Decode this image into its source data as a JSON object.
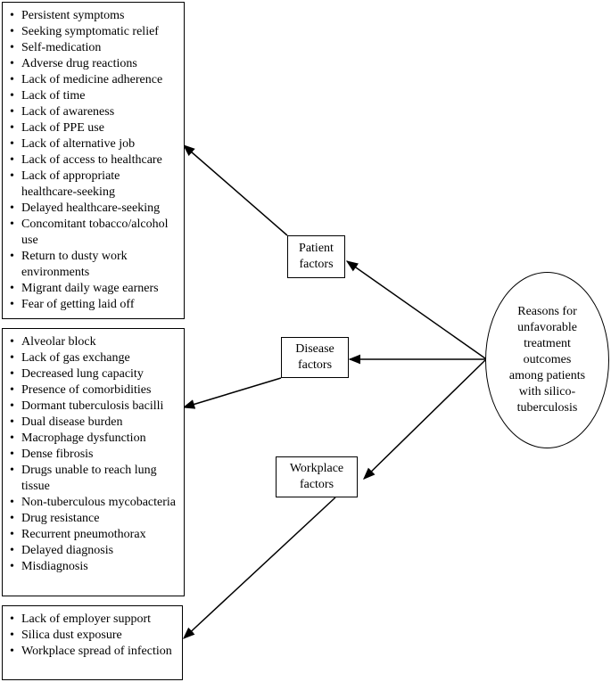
{
  "center_node": {
    "lines": [
      "Reasons for",
      "unfavorable",
      "treatment",
      "outcomes",
      "among patients",
      "with silico-",
      "tuberculosis"
    ]
  },
  "factors": {
    "patient": {
      "lines": [
        "Patient",
        "factors"
      ]
    },
    "disease": {
      "lines": [
        "Disease",
        "factors"
      ]
    },
    "workplace": {
      "lines": [
        "Workplace",
        "factors"
      ]
    }
  },
  "patient_items": [
    "Persistent symptoms",
    "Seeking symptomatic relief",
    "Self-medication",
    "Adverse drug reactions",
    "Lack of medicine adherence",
    "Lack of time",
    "Lack of awareness",
    "Lack of PPE use",
    "Lack of alternative job",
    "Lack of access to healthcare",
    "Lack of appropriate healthcare-seeking",
    "Delayed healthcare-seeking",
    "Concomitant tobacco/alcohol use",
    "Return to dusty work environments",
    "Migrant daily wage earners",
    "Fear of getting laid off"
  ],
  "disease_items": [
    "Alveolar block",
    "Lack of gas exchange",
    "Decreased lung capacity",
    "Presence of comorbidities",
    "Dormant tuberculosis bacilli",
    "Dual disease burden",
    "Macrophage dysfunction",
    "Dense fibrosis",
    "Drugs unable to reach lung tissue",
    "Non-tuberculous mycobacteria",
    "Drug resistance",
    "Recurrent pneumothorax",
    "Delayed diagnosis",
    "Misdiagnosis"
  ],
  "workplace_items": [
    "Lack of employer support",
    "Silica dust exposure",
    "Workplace spread of infection"
  ]
}
